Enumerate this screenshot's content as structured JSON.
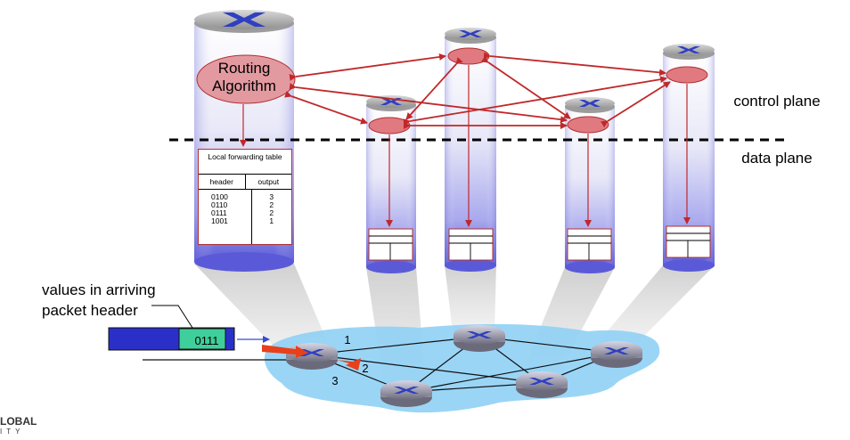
{
  "diagram": {
    "routing_algorithm": "Routing Algorithm",
    "control_label": "control plane",
    "data_label": "data plane",
    "forwarding_table": {
      "title": "Local forwarding table",
      "col_header": "header",
      "col_output": "output",
      "rows": [
        {
          "header": "0100",
          "output": "3"
        },
        {
          "header": "0110",
          "output": "2"
        },
        {
          "header": "0111",
          "output": "2"
        },
        {
          "header": "1001",
          "output": "1"
        }
      ]
    },
    "packet_caption": "values in arriving packet header",
    "packet_value": "0111",
    "port_labels": [
      "1",
      "2",
      "3"
    ],
    "logo_text": "LOBAL",
    "logo_sub": "ITY",
    "colors": {
      "arrow": "#c0282a",
      "cylinder": "#5a5ad8",
      "network_cloud": "#8fd0f5",
      "packet": "#2a2fc8",
      "packet_field": "#3fcf9a"
    }
  }
}
